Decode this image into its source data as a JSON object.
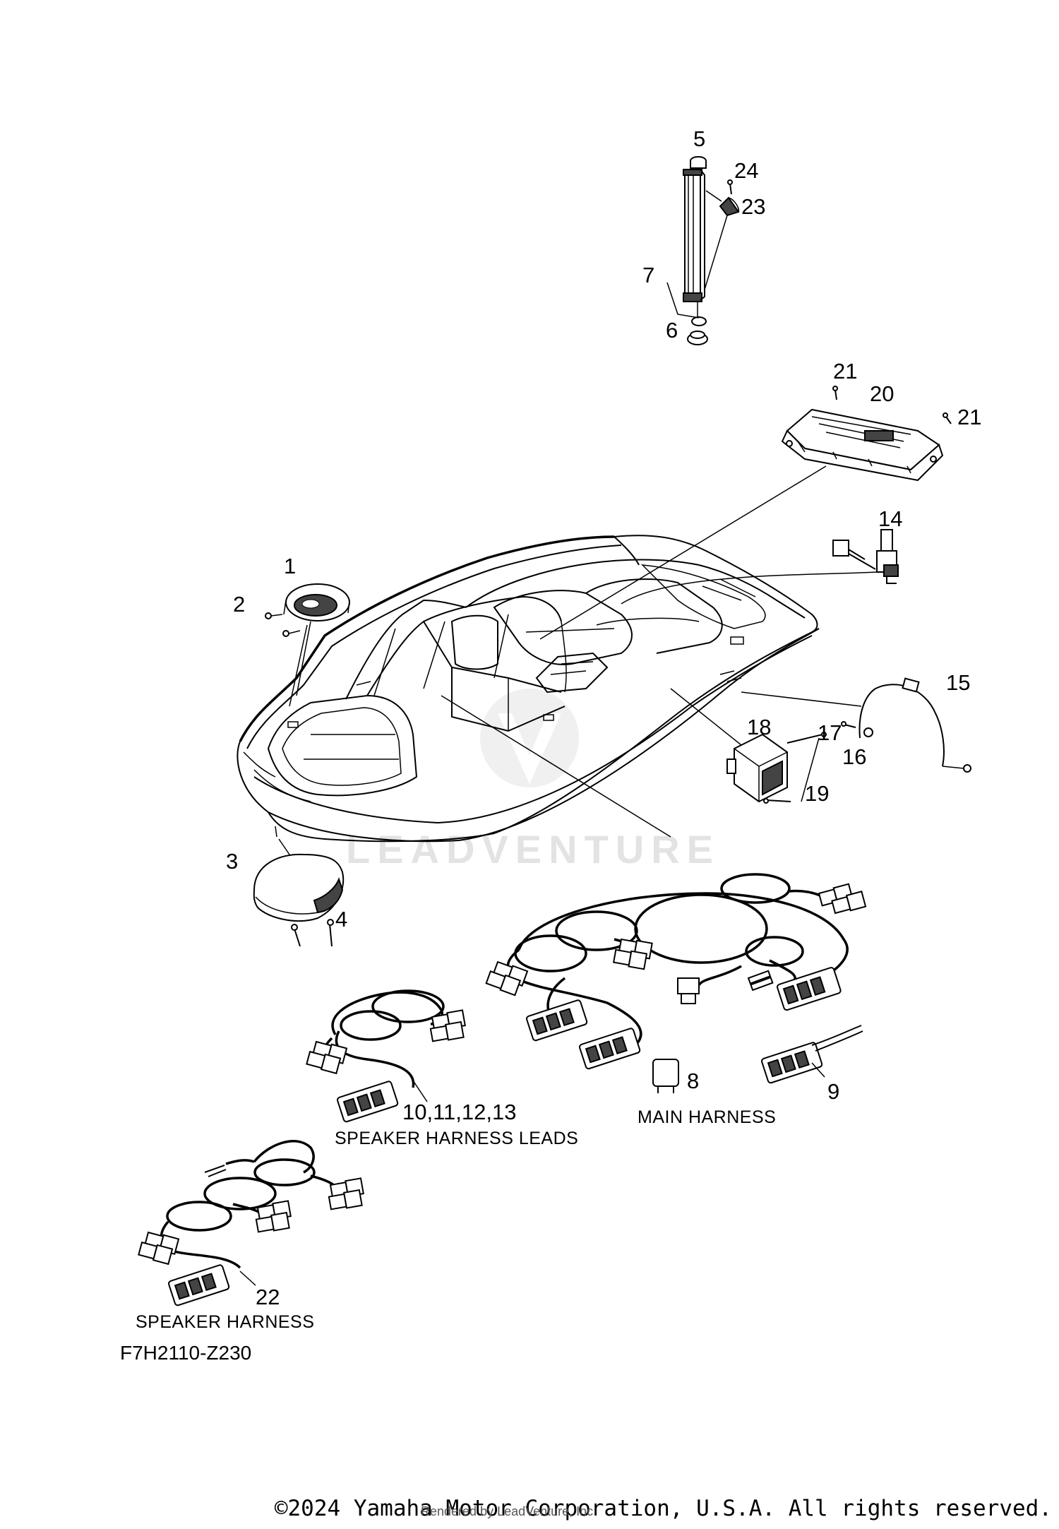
{
  "diagram": {
    "callouts": {
      "c1": "1",
      "c2": "2",
      "c3": "3",
      "c4": "4",
      "c5": "5",
      "c6": "6",
      "c7": "7",
      "c8": "8",
      "c9": "9",
      "c10_13": "10,11,12,13",
      "c14": "14",
      "c15": "15",
      "c16": "16",
      "c17": "17",
      "c18": "18",
      "c19": "19",
      "c20": "20",
      "c21a": "21",
      "c21b": "21",
      "c22": "22",
      "c23": "23",
      "c24": "24"
    },
    "captions": {
      "speaker_harness_leads": "SPEAKER HARNESS LEADS",
      "main_harness": "MAIN HARNESS",
      "speaker_harness": "SPEAKER HARNESS"
    },
    "figure_code": "F7H2110-Z230",
    "watermark": "LEADVENTURE"
  },
  "footer": {
    "copyright": "©2024 Yamaha Motor Corporation, U.S.A. All rights reserved.",
    "rendered_by": "Rendered by LeadVenture, Inc."
  }
}
